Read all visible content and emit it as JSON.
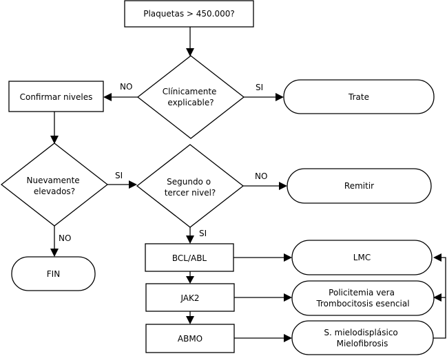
{
  "nodes": {
    "platelets_question": "Plaquetas > 450.000?",
    "clinically_explicable": [
      "Clínicamente",
      "explicable?"
    ],
    "confirm_levels": "Confirmar niveles",
    "treat": "Trate",
    "elevated_again": [
      "Nuevamente",
      "elevados?"
    ],
    "second_third_level": [
      "Segundo o",
      "tercer nivel?"
    ],
    "refer": "Remitir",
    "end": "FIN",
    "bcr_abl": "BCL/ABL",
    "jak2": "JAK2",
    "bone_marrow": "ABMO",
    "cml": "LMC",
    "pv_et": [
      "Policitemia vera",
      "Trombocitosis esencial"
    ],
    "mds_mf": [
      "S. mielodisplásico",
      "Mielofibrosis"
    ]
  },
  "edge_labels": {
    "no_left": "NO",
    "si_right": "SI",
    "si_elevated": "SI",
    "no_refer": "NO",
    "no_end": "NO",
    "si_tests": "SI"
  }
}
